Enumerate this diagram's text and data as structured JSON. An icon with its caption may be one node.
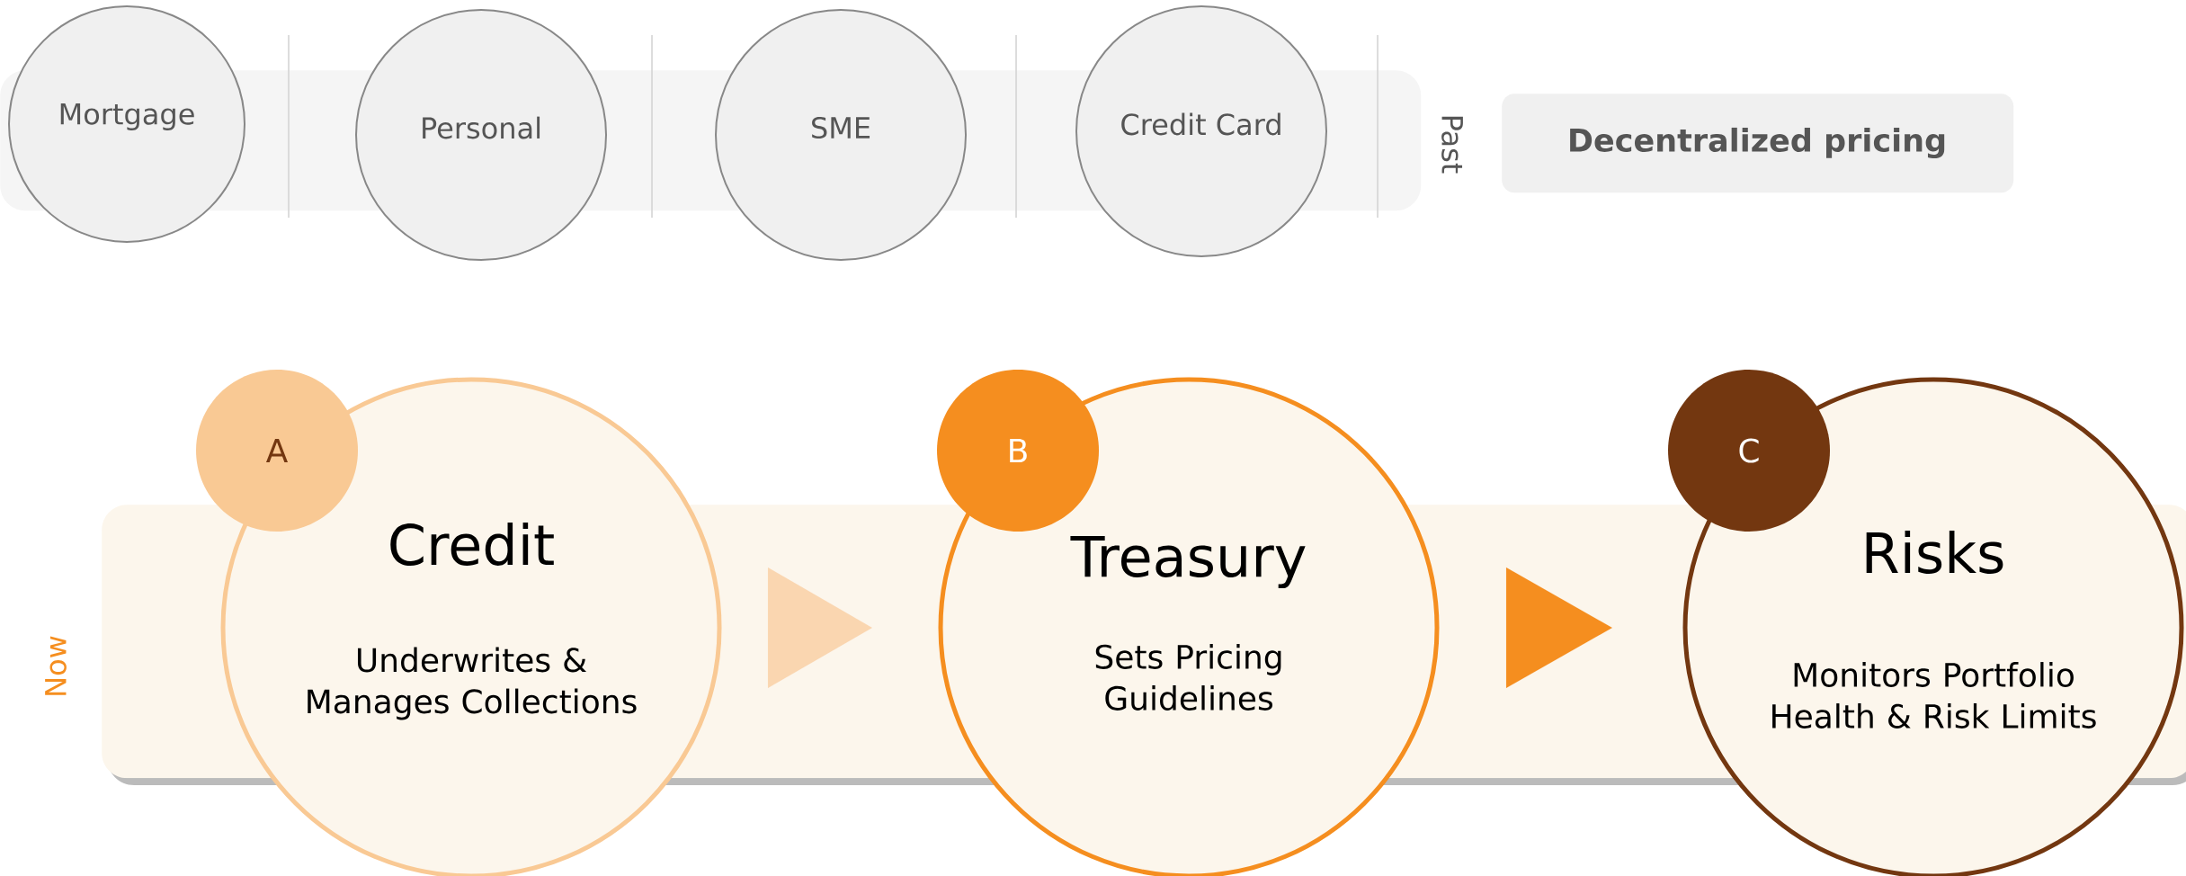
{
  "diagram": {
    "nodes": [
      {
        "text": [
          "Past"
        ]
      },
      {
        "text": [
          "Mortgage"
        ]
      },
      {
        "text": [
          "Personal"
        ]
      },
      {
        "text": [
          "SME"
        ]
      },
      {
        "text": [
          "Credit Card"
        ]
      },
      {
        "text": [
          "Decentralized pricing"
        ]
      },
      {
        "text": [
          "Now"
        ]
      },
      {
        "text": [
          "A"
        ]
      },
      {
        "text": [
          "Credit",
          "Underwrites & Manages Collections"
        ]
      },
      {
        "text": [
          "B"
        ]
      },
      {
        "text": [
          "Treasury",
          "Sets Pricing Guidelines"
        ]
      },
      {
        "text": [
          "C"
        ]
      },
      {
        "text": [
          "Risks",
          "Monitors Portfolio Health & Risk Limits"
        ]
      }
    ],
    "edges": [
      {
        "from": 8,
        "to": 10,
        "arrow": "to",
        "color": "#fad6b0"
      },
      {
        "from": 10,
        "to": 12,
        "arrow": "to",
        "color": "#f58e1f"
      }
    ]
  }
}
